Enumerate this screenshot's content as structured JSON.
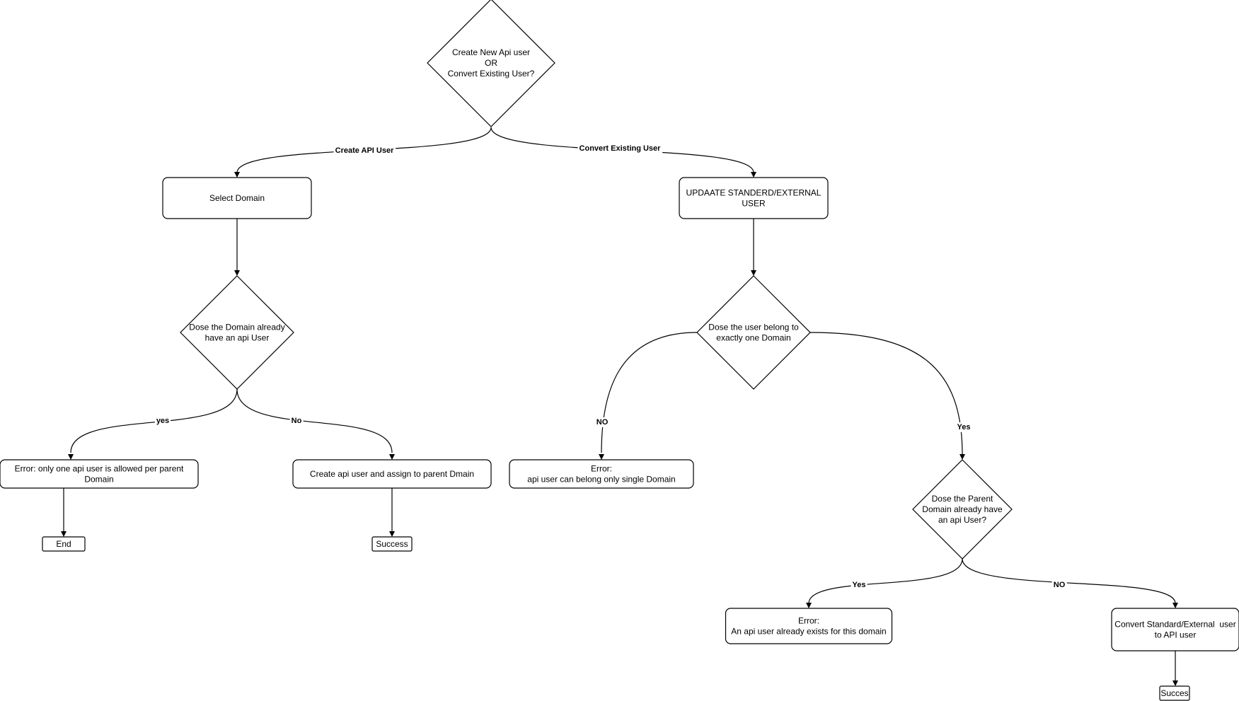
{
  "diagram": {
    "nodes": {
      "start": {
        "shape": "diamond",
        "lines": [
          "Create New Api user",
          "OR",
          "Convert Existing User?"
        ]
      },
      "select_domain": {
        "shape": "rounded-rect",
        "lines": [
          "Select Domain"
        ]
      },
      "update_user": {
        "shape": "rounded-rect",
        "lines": [
          "UPDAATE STANDERD/EXTERNAL",
          "USER"
        ]
      },
      "domain_has_api": {
        "shape": "diamond",
        "lines": [
          "Dose the Domain already",
          "have an api User"
        ]
      },
      "user_one_domain": {
        "shape": "diamond",
        "lines": [
          "Dose the user belong to",
          "exactly one Domain"
        ]
      },
      "error_one_per_parent": {
        "shape": "rounded-rect",
        "lines": [
          "Error: only one api user is allowed per parent",
          "Domain"
        ]
      },
      "create_assign": {
        "shape": "rounded-rect",
        "lines": [
          "Create api user and assign to parent Dmain"
        ]
      },
      "error_single_domain": {
        "shape": "rounded-rect",
        "lines": [
          "Error:",
          "api user can belong only single Domain"
        ]
      },
      "parent_has_api": {
        "shape": "diamond",
        "lines": [
          "Dose the Parent",
          "Domain already have",
          "an api User?"
        ]
      },
      "end": {
        "shape": "rect",
        "lines": [
          "End"
        ]
      },
      "success": {
        "shape": "rect",
        "lines": [
          "Success"
        ]
      },
      "error_exists": {
        "shape": "rounded-rect",
        "lines": [
          "Error:",
          "An api user already exists for this domain"
        ]
      },
      "convert_user": {
        "shape": "rounded-rect",
        "lines": [
          "Convert Standard/External  user",
          "to API user"
        ]
      },
      "succes": {
        "shape": "rect",
        "lines": [
          "Succes"
        ]
      }
    },
    "edges": [
      {
        "id": "e1",
        "from": "start",
        "to": "select_domain",
        "label": "Create API User"
      },
      {
        "id": "e2",
        "from": "start",
        "to": "update_user",
        "label": "Convert Existing User"
      },
      {
        "id": "e3",
        "from": "select_domain",
        "to": "domain_has_api",
        "label": ""
      },
      {
        "id": "e4",
        "from": "update_user",
        "to": "user_one_domain",
        "label": ""
      },
      {
        "id": "e5",
        "from": "domain_has_api",
        "to": "error_one_per_parent",
        "label": "yes"
      },
      {
        "id": "e6",
        "from": "domain_has_api",
        "to": "create_assign",
        "label": "No"
      },
      {
        "id": "e7",
        "from": "user_one_domain",
        "to": "error_single_domain",
        "label": "NO"
      },
      {
        "id": "e8",
        "from": "user_one_domain",
        "to": "parent_has_api",
        "label": "Yes"
      },
      {
        "id": "e9",
        "from": "error_one_per_parent",
        "to": "end",
        "label": ""
      },
      {
        "id": "e10",
        "from": "create_assign",
        "to": "success",
        "label": ""
      },
      {
        "id": "e11",
        "from": "parent_has_api",
        "to": "error_exists",
        "label": "Yes"
      },
      {
        "id": "e12",
        "from": "parent_has_api",
        "to": "convert_user",
        "label": "NO"
      },
      {
        "id": "e13",
        "from": "convert_user",
        "to": "succes",
        "label": ""
      }
    ]
  }
}
